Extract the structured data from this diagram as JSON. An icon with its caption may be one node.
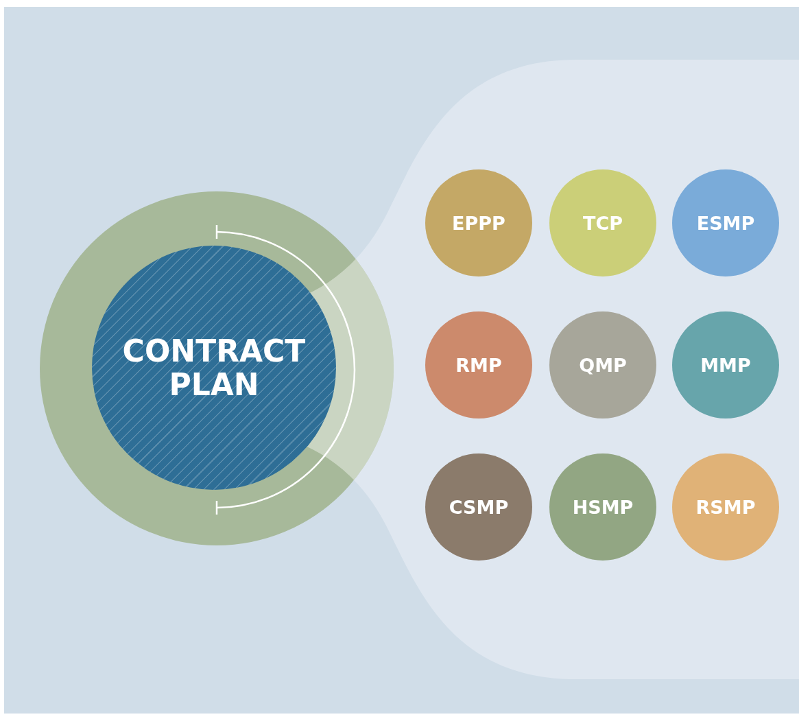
{
  "diagram": {
    "nodes": [
      {
        "text": [
          "CONTRACT PLAN"
        ]
      },
      {
        "text": [
          "EPPP"
        ]
      },
      {
        "text": [
          "TCP"
        ]
      },
      {
        "text": [
          "ESMP"
        ]
      },
      {
        "text": [
          "RMP"
        ]
      },
      {
        "text": [
          "QMP"
        ]
      },
      {
        "text": [
          "MMP"
        ]
      },
      {
        "text": [
          "CSMP"
        ]
      },
      {
        "text": [
          "HSMP"
        ]
      },
      {
        "text": [
          "RSMP"
        ]
      }
    ]
  }
}
